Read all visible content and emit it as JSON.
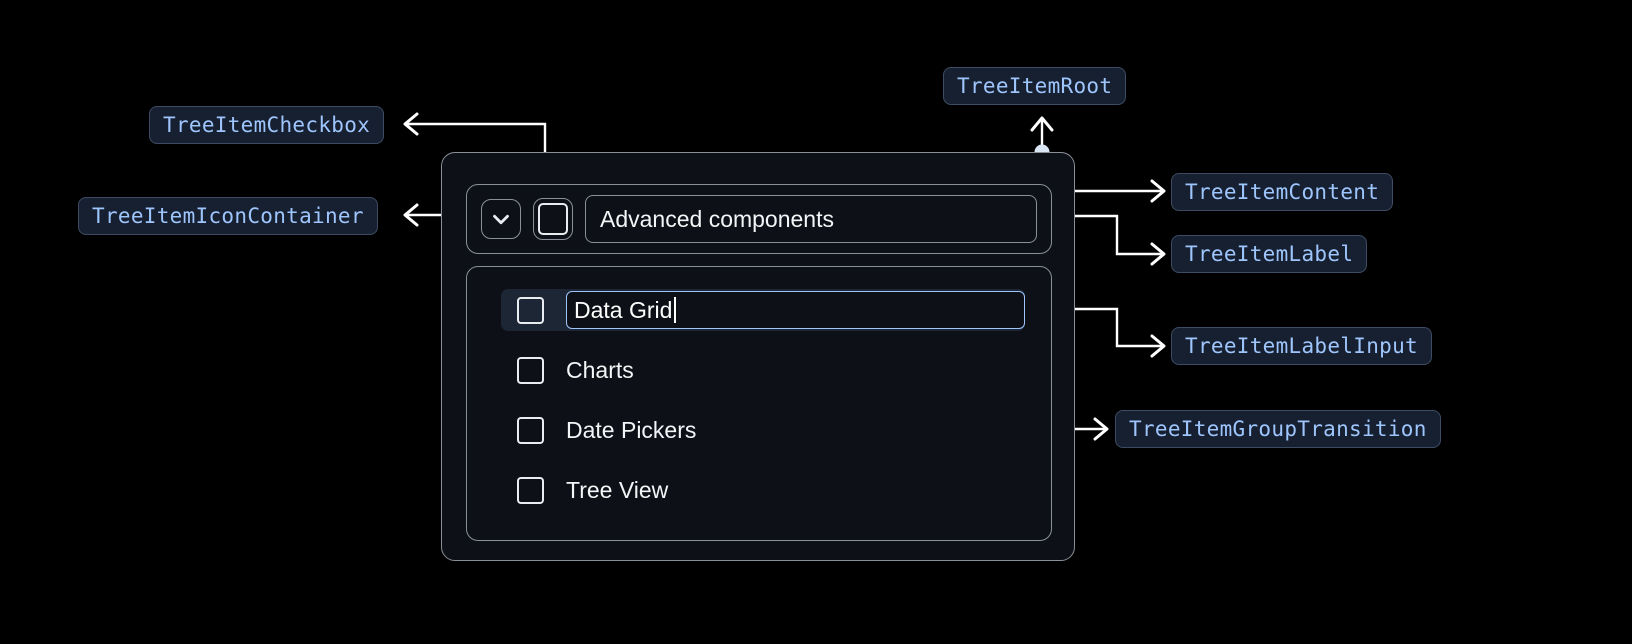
{
  "background": "#000000",
  "accent_blue": "#9ec5fc",
  "badge_bg": "#172031",
  "badge_border": "#3d4c63",
  "annotations": [
    {
      "id": "tree-item-checkbox",
      "label": "TreeItemCheckbox"
    },
    {
      "id": "tree-item-icon-container",
      "label": "TreeItemIconContainer"
    },
    {
      "id": "tree-item-root",
      "label": "TreeItemRoot"
    },
    {
      "id": "tree-item-content",
      "label": "TreeItemContent"
    },
    {
      "id": "tree-item-label",
      "label": "TreeItemLabel"
    },
    {
      "id": "tree-item-label-input",
      "label": "TreeItemLabelInput"
    },
    {
      "id": "tree-item-group-transition",
      "label": "TreeItemGroupTransition"
    }
  ],
  "tree": {
    "icon": "chevron-down-icon",
    "root_checkbox_checked": false,
    "root_label": "Advanced components",
    "children": [
      {
        "label": "Data Grid",
        "checked": false,
        "editing": true
      },
      {
        "label": "Charts",
        "checked": false,
        "editing": false
      },
      {
        "label": "Date Pickers",
        "checked": false,
        "editing": false
      },
      {
        "label": "Tree View",
        "checked": false,
        "editing": false
      }
    ]
  }
}
